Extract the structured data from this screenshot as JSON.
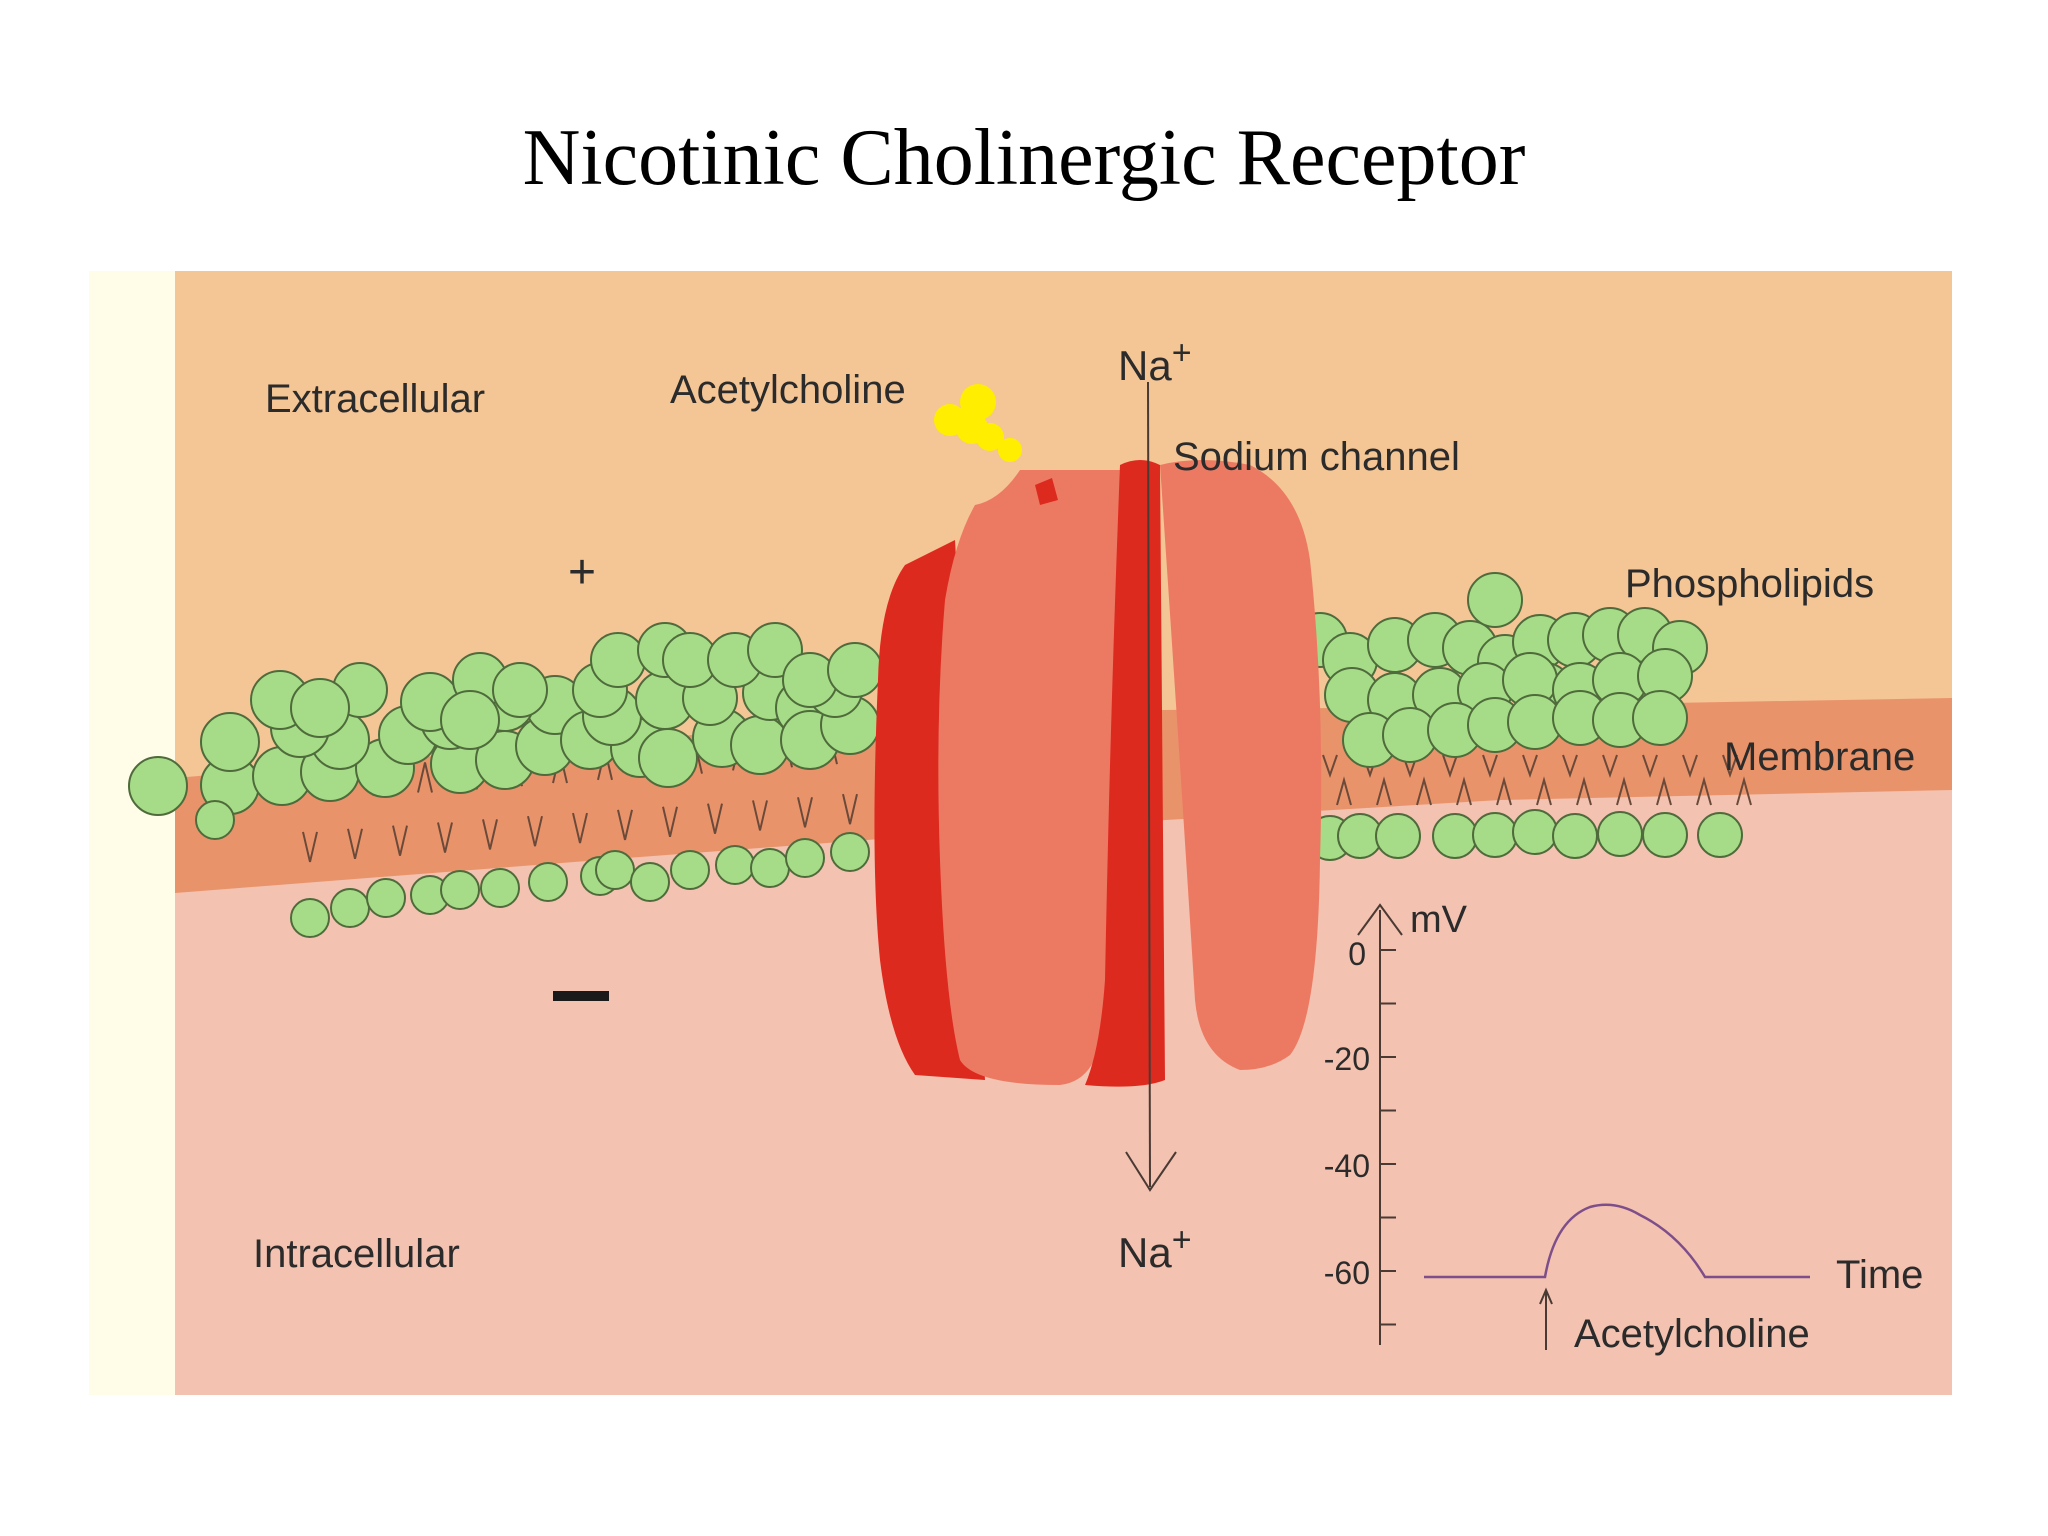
{
  "title": "Nicotinic Cholinergic Receptor",
  "labels": {
    "extracellular": "Extracellular",
    "acetylcholine_top": "Acetylcholine",
    "na_top": "Na",
    "na_top_sup": "+",
    "sodium_channel": "Sodium channel",
    "phospholipids": "Phospholipids",
    "membrane": "Membrane",
    "plus_sign": "+",
    "intracellular": "Intracellular",
    "na_bottom": "Na",
    "na_bottom_sup": "+"
  },
  "graph": {
    "y_unit": "mV",
    "x_label": "Time",
    "marker_label": "Acetylcholine",
    "ticks": [
      "0",
      "-20",
      "-40",
      "-60"
    ]
  },
  "colors": {
    "extracellular": "#f4c595",
    "intracellular": "#f3c2b0",
    "membrane": "#e9936a",
    "lipid_head": "#a6dc87",
    "channel_light": "#ec7a63",
    "channel_dark": "#dd2a1f",
    "acetylcholine": "#ffee00",
    "trace": "#7d4e8a"
  }
}
